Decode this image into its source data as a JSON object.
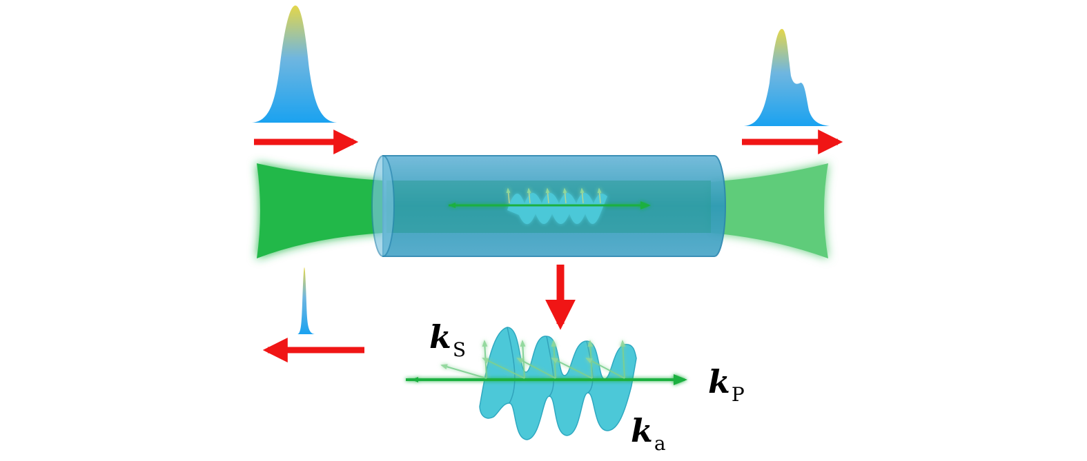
{
  "labels": {
    "k_s": {
      "symbol": "k",
      "sub": "S"
    },
    "k_p": {
      "symbol": "k",
      "sub": "P"
    },
    "k_a": {
      "symbol": "k",
      "sub": "a"
    }
  },
  "colors": {
    "arrow_red": "#f01515",
    "beam_green": "#22b84a",
    "beam_green_light": "#5fcc7a",
    "fiber_blue": "#3a9ec4",
    "wave_cyan": "#4cc8d8",
    "pulse_top": "#e3d64a",
    "pulse_bottom": "#1aa2f0",
    "vector_green": "#1fb040"
  },
  "icons": [
    "input-pulse-icon",
    "output-pulse-icon",
    "backscatter-pulse-icon",
    "fiber-icon",
    "acoustic-wave-icon"
  ]
}
